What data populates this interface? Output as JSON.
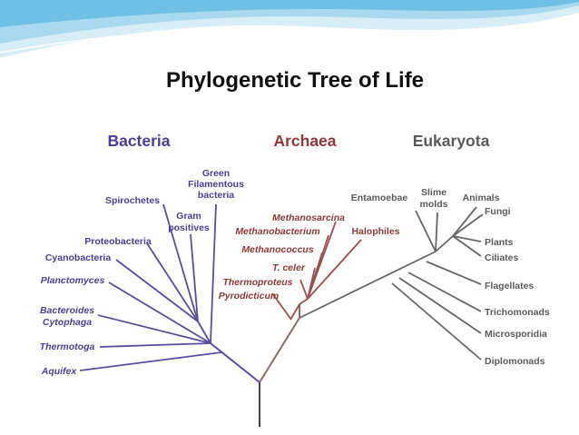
{
  "title": "Phylogenetic Tree of Life",
  "colors": {
    "bacteria": "#4a3f8f",
    "archaea": "#8b3a3a",
    "eukaryota": "#5a5a5a",
    "trunk": "#444444",
    "bacteria_line": "#5a4e9c",
    "archaea_line": "#9a5050",
    "eukaryota_line": "#666666"
  },
  "domains": {
    "bacteria": "Bacteria",
    "archaea": "Archaea",
    "eukaryota": "Eukaryota"
  },
  "bacteria_leaves": {
    "green_filamentous_1": "Green",
    "green_filamentous_2": "Filamentous",
    "green_filamentous_3": "bacteria",
    "spirochetes": "Spirochetes",
    "gram_positives_1": "Gram",
    "gram_positives_2": "positives",
    "proteobacteria": "Proteobacteria",
    "cyanobacteria": "Cyanobacteria",
    "planctomyces": "Planctomyces",
    "bacteroides_1": "Bacteroides",
    "bacteroides_2": "Cytophaga",
    "thermotoga": "Thermotoga",
    "aquifex": "Aquifex"
  },
  "archaea_leaves": {
    "methanosarcina": "Methanosarcina",
    "methanobacterium": "Methanobacterium",
    "halophiles": "Halophiles",
    "methanococcus": "Methanococcus",
    "t_celer": "T. celer",
    "thermoproteus": "Thermoproteus",
    "pyrodicticum": "Pyrodicticum"
  },
  "eukaryota_leaves": {
    "entamoebae": "Entamoebae",
    "slime_molds_1": "Slime",
    "slime_molds_2": "molds",
    "animals": "Animals",
    "fungi": "Fungi",
    "plants": "Plants",
    "ciliates": "Ciliates",
    "flagellates": "Flagellates",
    "trichomonads": "Trichomonads",
    "microsporidia": "Microsporidia",
    "diplomonads": "Diplomonads"
  }
}
